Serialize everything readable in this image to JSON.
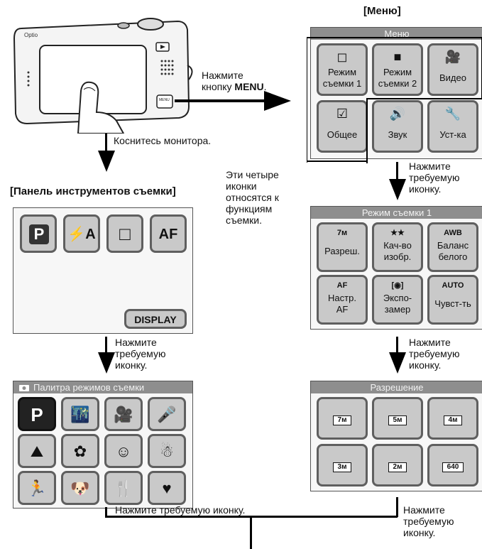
{
  "top_caption": "Коснитесь монитора.",
  "camera": {
    "brand": "Optio",
    "menu_button": "MENU"
  },
  "press_menu": {
    "line1": "Нажмите",
    "line2_prefix": "кнопку ",
    "line2_bold": "MENU",
    "line2_suffix": "."
  },
  "touch_monitor": "Коснитесь монитора.",
  "menu_header": "[Меню]",
  "menu_screen": {
    "title": "Меню",
    "items": [
      {
        "label": "Режим\nсъемки 1",
        "icon": "camera-mode1-icon"
      },
      {
        "label": "Режим\nсъемки 2",
        "icon": "camera-mode2-icon"
      },
      {
        "label": "Видео",
        "icon": "video-camera-icon"
      },
      {
        "label": "Общее",
        "icon": "checkbox-icon"
      },
      {
        "label": "Звук",
        "icon": "speaker-icon"
      },
      {
        "label": "Уст-ка",
        "icon": "wrench-icon"
      }
    ]
  },
  "note_four_icons": "Эти четыре\nиконки\nотносятся к\nфункциям\nсъемки.",
  "press_icon": "Нажмите\nтребуемую\nиконку.",
  "toolbar_header": "[Панель инструментов съемки]",
  "toolbar_screen": {
    "buttons": [
      "P",
      "⚡A",
      "□",
      "AF"
    ],
    "display_button": "DISPLAY"
  },
  "mode1_screen": {
    "title": "Режим съемки 1",
    "items": [
      {
        "badge": "7м",
        "label": "Разреш."
      },
      {
        "badge": "★★",
        "label": "Кач-во\nизобр."
      },
      {
        "badge": "AWB",
        "label": "Баланс\nбелого"
      },
      {
        "badge": "AF",
        "label": "Настр.\nAF"
      },
      {
        "badge": "[◉]",
        "label": "Экспо-\nзамер"
      },
      {
        "badge": "AUTO",
        "label": "Чувст-ть"
      }
    ]
  },
  "resolution_screen": {
    "title": "Разрешение",
    "items": [
      "7м",
      "5м",
      "4м",
      "3м",
      "2м",
      "640"
    ]
  },
  "palette_screen": {
    "title": "Палитра режимов съемки",
    "icons": [
      "program-icon",
      "night-scene-icon",
      "video-icon",
      "voice-record-icon",
      "landscape-icon",
      "flower-icon",
      "portrait-icon",
      "snow-icon",
      "sport-icon",
      "pet-icon",
      "food-icon",
      "frame-icon"
    ],
    "first_label": "P"
  },
  "bottom_press": "Нажмите требуемую иконку."
}
